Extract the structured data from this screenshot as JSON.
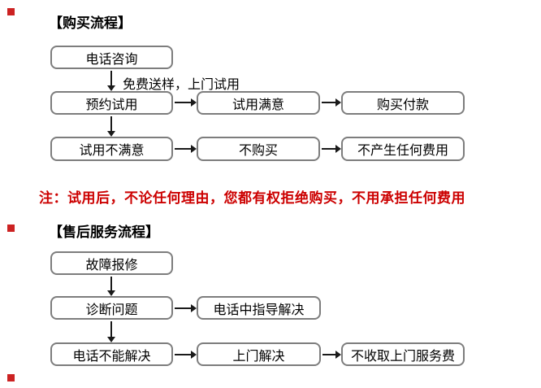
{
  "page": {
    "background": "#ffffff"
  },
  "colors": {
    "box_border": "#7d7d7d",
    "box_text": "#000000",
    "arrow": "#1a1a1a",
    "heading_text": "#000000",
    "note_text": "#cc0000",
    "bullet": "#cc2222"
  },
  "purchase": {
    "heading": "【购买流程】",
    "arrow_label": "免费送样，上门试用",
    "note": "注：试用后，不论任何理由，您都有权拒绝购买，不用承担任何费用",
    "boxes": [
      {
        "id": "phone-consult",
        "label": "电话咨询"
      },
      {
        "id": "book-trial",
        "label": "预约试用"
      },
      {
        "id": "trial-satisfied",
        "label": "试用满意"
      },
      {
        "id": "purchase-pay",
        "label": "购买付款"
      },
      {
        "id": "trial-unsatisfied",
        "label": "试用不满意"
      },
      {
        "id": "no-purchase",
        "label": "不购买"
      },
      {
        "id": "no-fees",
        "label": "不产生任何费用"
      }
    ]
  },
  "service": {
    "heading": "【售后服务流程】",
    "boxes": [
      {
        "id": "fault-report",
        "label": "故障报修"
      },
      {
        "id": "diagnose-problem",
        "label": "诊断问题"
      },
      {
        "id": "phone-guided-fix",
        "label": "电话中指导解决"
      },
      {
        "id": "phone-cannot-fix",
        "label": "电话不能解决"
      },
      {
        "id": "onsite-fix",
        "label": "上门解决"
      },
      {
        "id": "no-visit-fee",
        "label": "不收取上门服务费"
      }
    ]
  }
}
